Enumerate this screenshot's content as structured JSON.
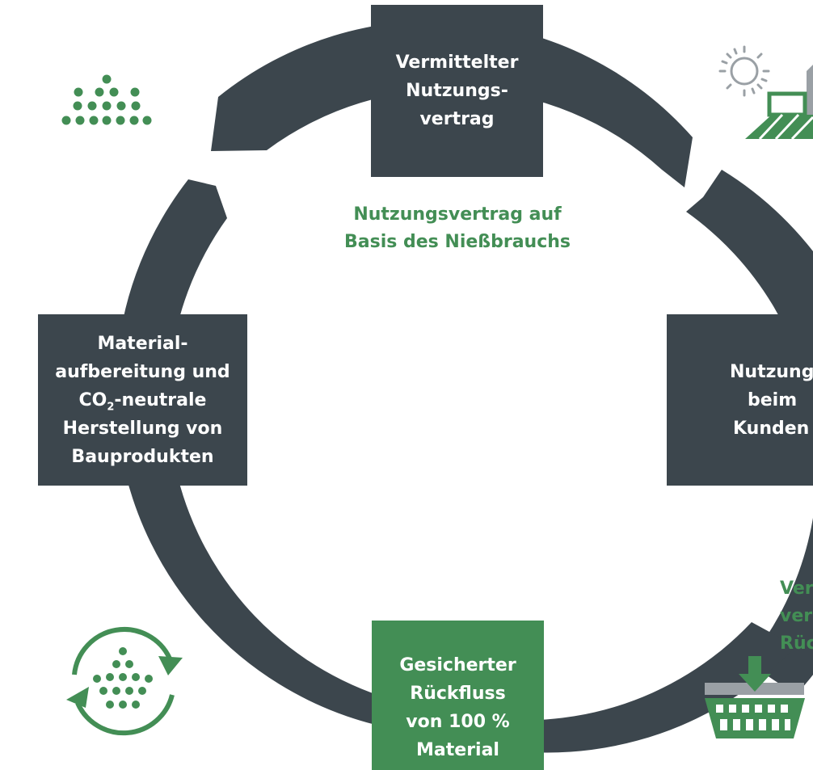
{
  "colors": {
    "ring": "#3c464d",
    "accent": "#438e55",
    "grey": "#9aa0a5",
    "text_on_box": "#ffffff"
  },
  "boxes": {
    "top": {
      "lines": [
        "Vermittelter",
        "Nutzungs-",
        "vertrag"
      ]
    },
    "left": {
      "line1": "Material-",
      "line2": "aufbereitung und",
      "co2_prefix": "CO",
      "co2_sub": "2",
      "co2_suffix": "-neutrale",
      "line4": "Herstellung von",
      "line5": "Bauprodukten"
    },
    "right": {
      "lines": [
        "Nutzung",
        "beim",
        "Kunden"
      ]
    },
    "bottom": {
      "lines": [
        "Gesicherter",
        "Rückfluss",
        "von 100 %",
        "Material"
      ]
    }
  },
  "captions": {
    "top": {
      "lines": [
        "Nutzungsvertrag auf",
        "Basis des Nießbrauchs"
      ]
    },
    "right": {
      "lines": [
        "Ver",
        "ver",
        "Rüc"
      ]
    }
  },
  "icons": {
    "top_left": "dot-pyramid-icon",
    "top_right": "solar-farm-icon",
    "bottom_left": "recycle-dots-icon",
    "bottom_right": "collection-basket-icon"
  }
}
